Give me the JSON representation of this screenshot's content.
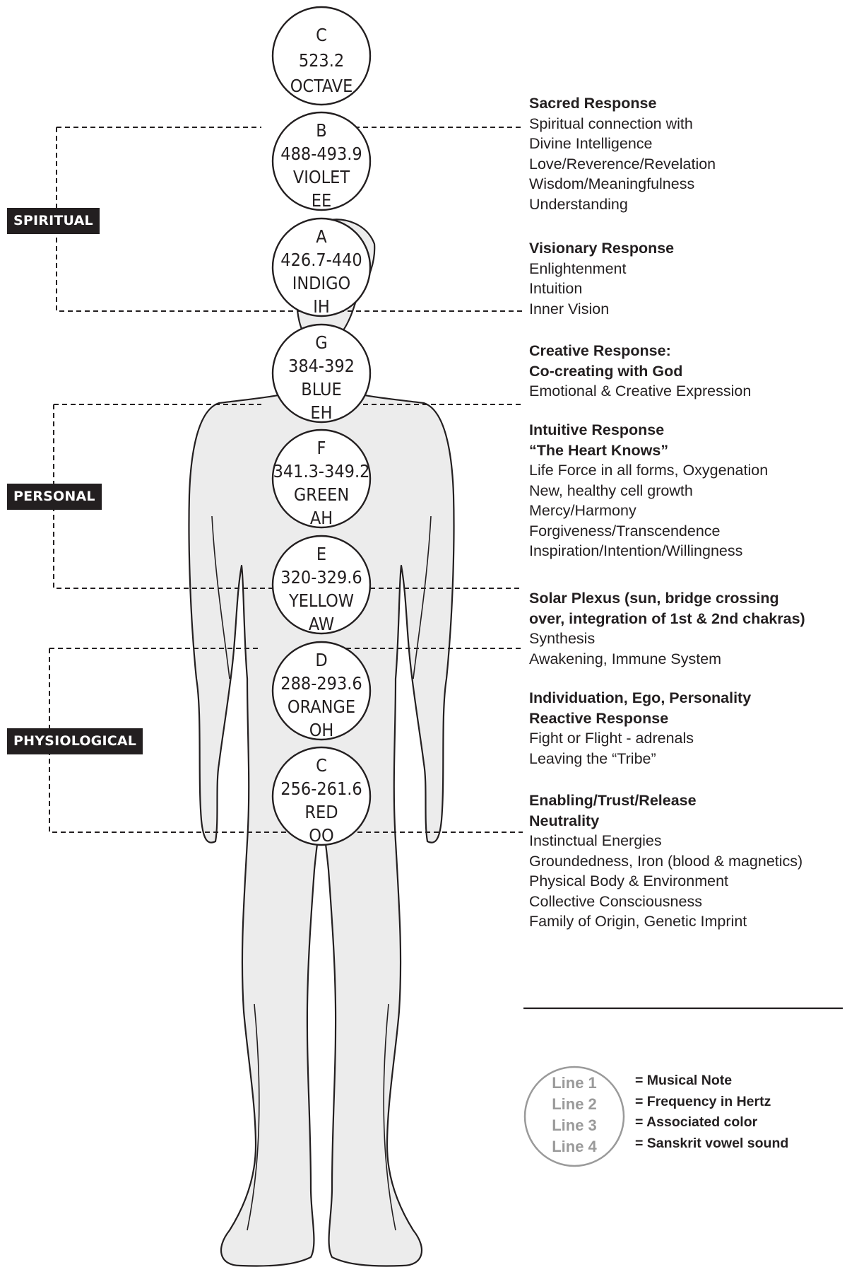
{
  "zones": [
    {
      "id": "spiritual",
      "label": "SPIRITUAL"
    },
    {
      "id": "personal",
      "label": "PERSONAL"
    },
    {
      "id": "physiological",
      "label": "PHYSIOLOGICAL"
    }
  ],
  "chakras": [
    {
      "note": "C",
      "frequency": "523.2",
      "color": "OCTAVE",
      "sound": ""
    },
    {
      "note": "B",
      "frequency": "488-493.9",
      "color": "VIOLET",
      "sound": "EE"
    },
    {
      "note": "A",
      "frequency": "426.7-440",
      "color": "INDIGO",
      "sound": "IH"
    },
    {
      "note": "G",
      "frequency": "384-392",
      "color": "BLUE",
      "sound": "EH"
    },
    {
      "note": "F",
      "frequency": "341.3-349.2",
      "color": "GREEN",
      "sound": "AH"
    },
    {
      "note": "E",
      "frequency": "320-329.6",
      "color": "YELLOW",
      "sound": "AW"
    },
    {
      "note": "D",
      "frequency": "288-293.6",
      "color": "ORANGE",
      "sound": "OH"
    },
    {
      "note": "C",
      "frequency": "256-261.6",
      "color": "RED",
      "sound": "OO"
    }
  ],
  "responses": [
    {
      "title": [
        "Sacred Response"
      ],
      "lines": [
        "Spiritual connection with",
        "Divine Intelligence",
        "Love/Reverence/Revelation",
        "Wisdom/Meaningfulness",
        "Understanding"
      ]
    },
    {
      "title": [
        "Visionary Response"
      ],
      "lines": [
        "Enlightenment",
        "Intuition",
        "Inner Vision"
      ]
    },
    {
      "title": [
        "Creative Response:",
        "Co-creating with God"
      ],
      "lines": [
        "Emotional & Creative Expression"
      ]
    },
    {
      "title": [
        "Intuitive Response",
        "“The Heart Knows”"
      ],
      "lines": [
        "Life Force in all forms, Oxygenation",
        "New, healthy cell growth",
        "Mercy/Harmony",
        "Forgiveness/Transcendence",
        "Inspiration/Intention/Willingness"
      ]
    },
    {
      "title": [
        "Solar Plexus (sun, bridge crossing",
        "over, integration of 1st & 2nd chakras)"
      ],
      "lines": [
        "Synthesis",
        "Awakening, Immune System"
      ]
    },
    {
      "title": [
        "Individuation, Ego, Personality",
        "Reactive Response"
      ],
      "lines": [
        "Fight or Flight - adrenals",
        "Leaving the “Tribe”"
      ]
    },
    {
      "title": [
        "Enabling/Trust/Release",
        "Neutrality"
      ],
      "lines": [
        "Instinctual Energies",
        "Groundedness, Iron (blood & magnetics)",
        "Physical Body & Environment",
        "Collective Consciousness",
        "Family of Origin, Genetic Imprint"
      ]
    }
  ],
  "legend": {
    "circle_lines": [
      "Line 1",
      "Line 2",
      "Line 3",
      "Line 4"
    ],
    "meanings": [
      "= Musical Note",
      "= Frequency in Hertz",
      "= Associated color",
      "= Sanskrit vowel sound"
    ]
  },
  "colors": {
    "ink": "#231f20",
    "body_fill": "#ececec",
    "legend_gray": "#9a9a9a"
  }
}
